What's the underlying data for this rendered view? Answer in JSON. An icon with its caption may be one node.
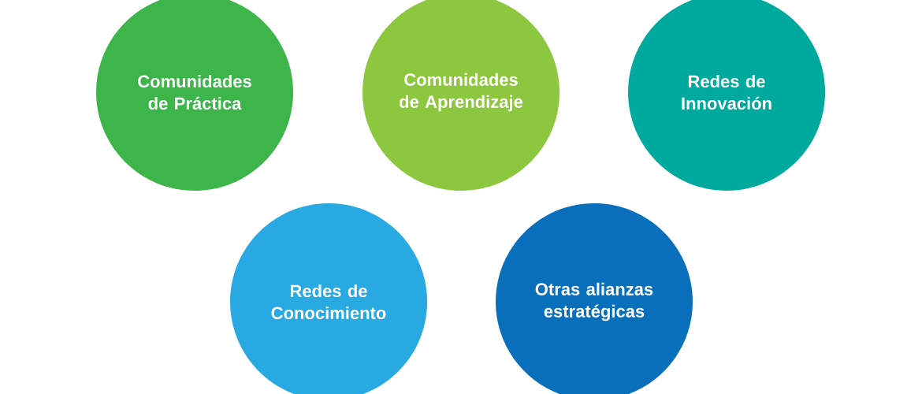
{
  "diagram": {
    "nodes": [
      {
        "text": [
          "Comunidades de Práctica"
        ]
      },
      {
        "text": [
          "Comunidades de Aprendizaje"
        ]
      },
      {
        "text": [
          "Redes de Innovación"
        ]
      },
      {
        "text": [
          "Redes de Conocimiento"
        ]
      },
      {
        "text": [
          "Otras alianzas estratégicas"
        ]
      }
    ]
  }
}
